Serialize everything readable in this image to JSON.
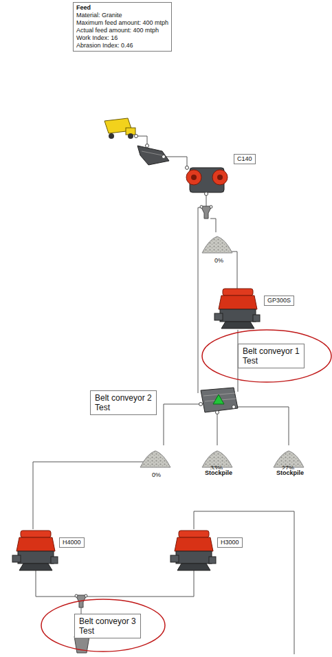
{
  "diagram": {
    "nodes": [
      {
        "text": [
          "Feed",
          "Material: Granite",
          "Maximum feed amount: 400 mtph",
          "Actual feed amount: 400 mtph",
          "Work Index: 16",
          "Abrasion Index: 0.46"
        ]
      },
      {
        "text": [
          "C140"
        ]
      },
      {
        "text": [
          "GP300S"
        ]
      },
      {
        "text": [
          "Belt conveyor 1",
          "Test"
        ]
      },
      {
        "text": [
          "Belt conveyor 2",
          "Test"
        ]
      },
      {
        "text": [
          "H4000"
        ]
      },
      {
        "text": [
          "H3000"
        ]
      },
      {
        "text": [
          "Belt conveyor 3",
          "Test"
        ]
      }
    ],
    "labels": [
      "0%",
      "0%",
      "33%",
      "27%",
      "Stockpile",
      "Stockpile"
    ]
  }
}
